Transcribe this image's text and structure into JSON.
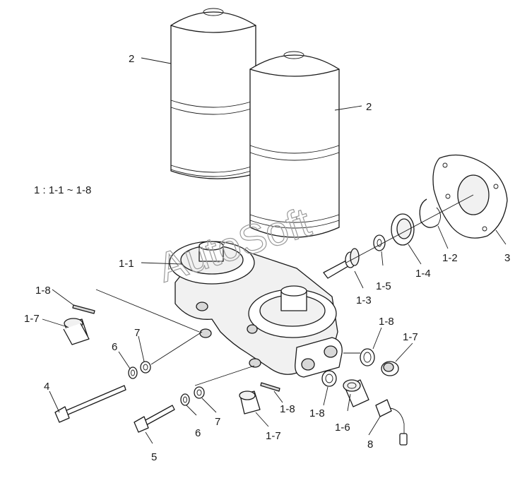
{
  "legend": "1 : 1-1 ~ 1-8",
  "watermark": "AutoSoft",
  "callouts": {
    "filter_left": "2",
    "filter_right": "2",
    "gasket": "3",
    "snap_ring": "1-2",
    "seal": "1-4",
    "washer_1_5": "1-5",
    "center_bolt": "1-3",
    "head": "1-1",
    "oring_top_left": "1-8",
    "plug_top_left": "1-7",
    "oring_right": "1-8",
    "plug_right": "1-7",
    "oring_bottom_right": "1-8",
    "sensor_plug": "1-6",
    "sender": "8",
    "oring_bottom_mid": "1-8",
    "plug_bottom_mid": "1-7",
    "bolt_long": "4",
    "bolt_short": "5",
    "washer_a_upper": "6",
    "washer_b_upper": "7",
    "washer_a_lower": "6",
    "washer_b_lower": "7"
  }
}
